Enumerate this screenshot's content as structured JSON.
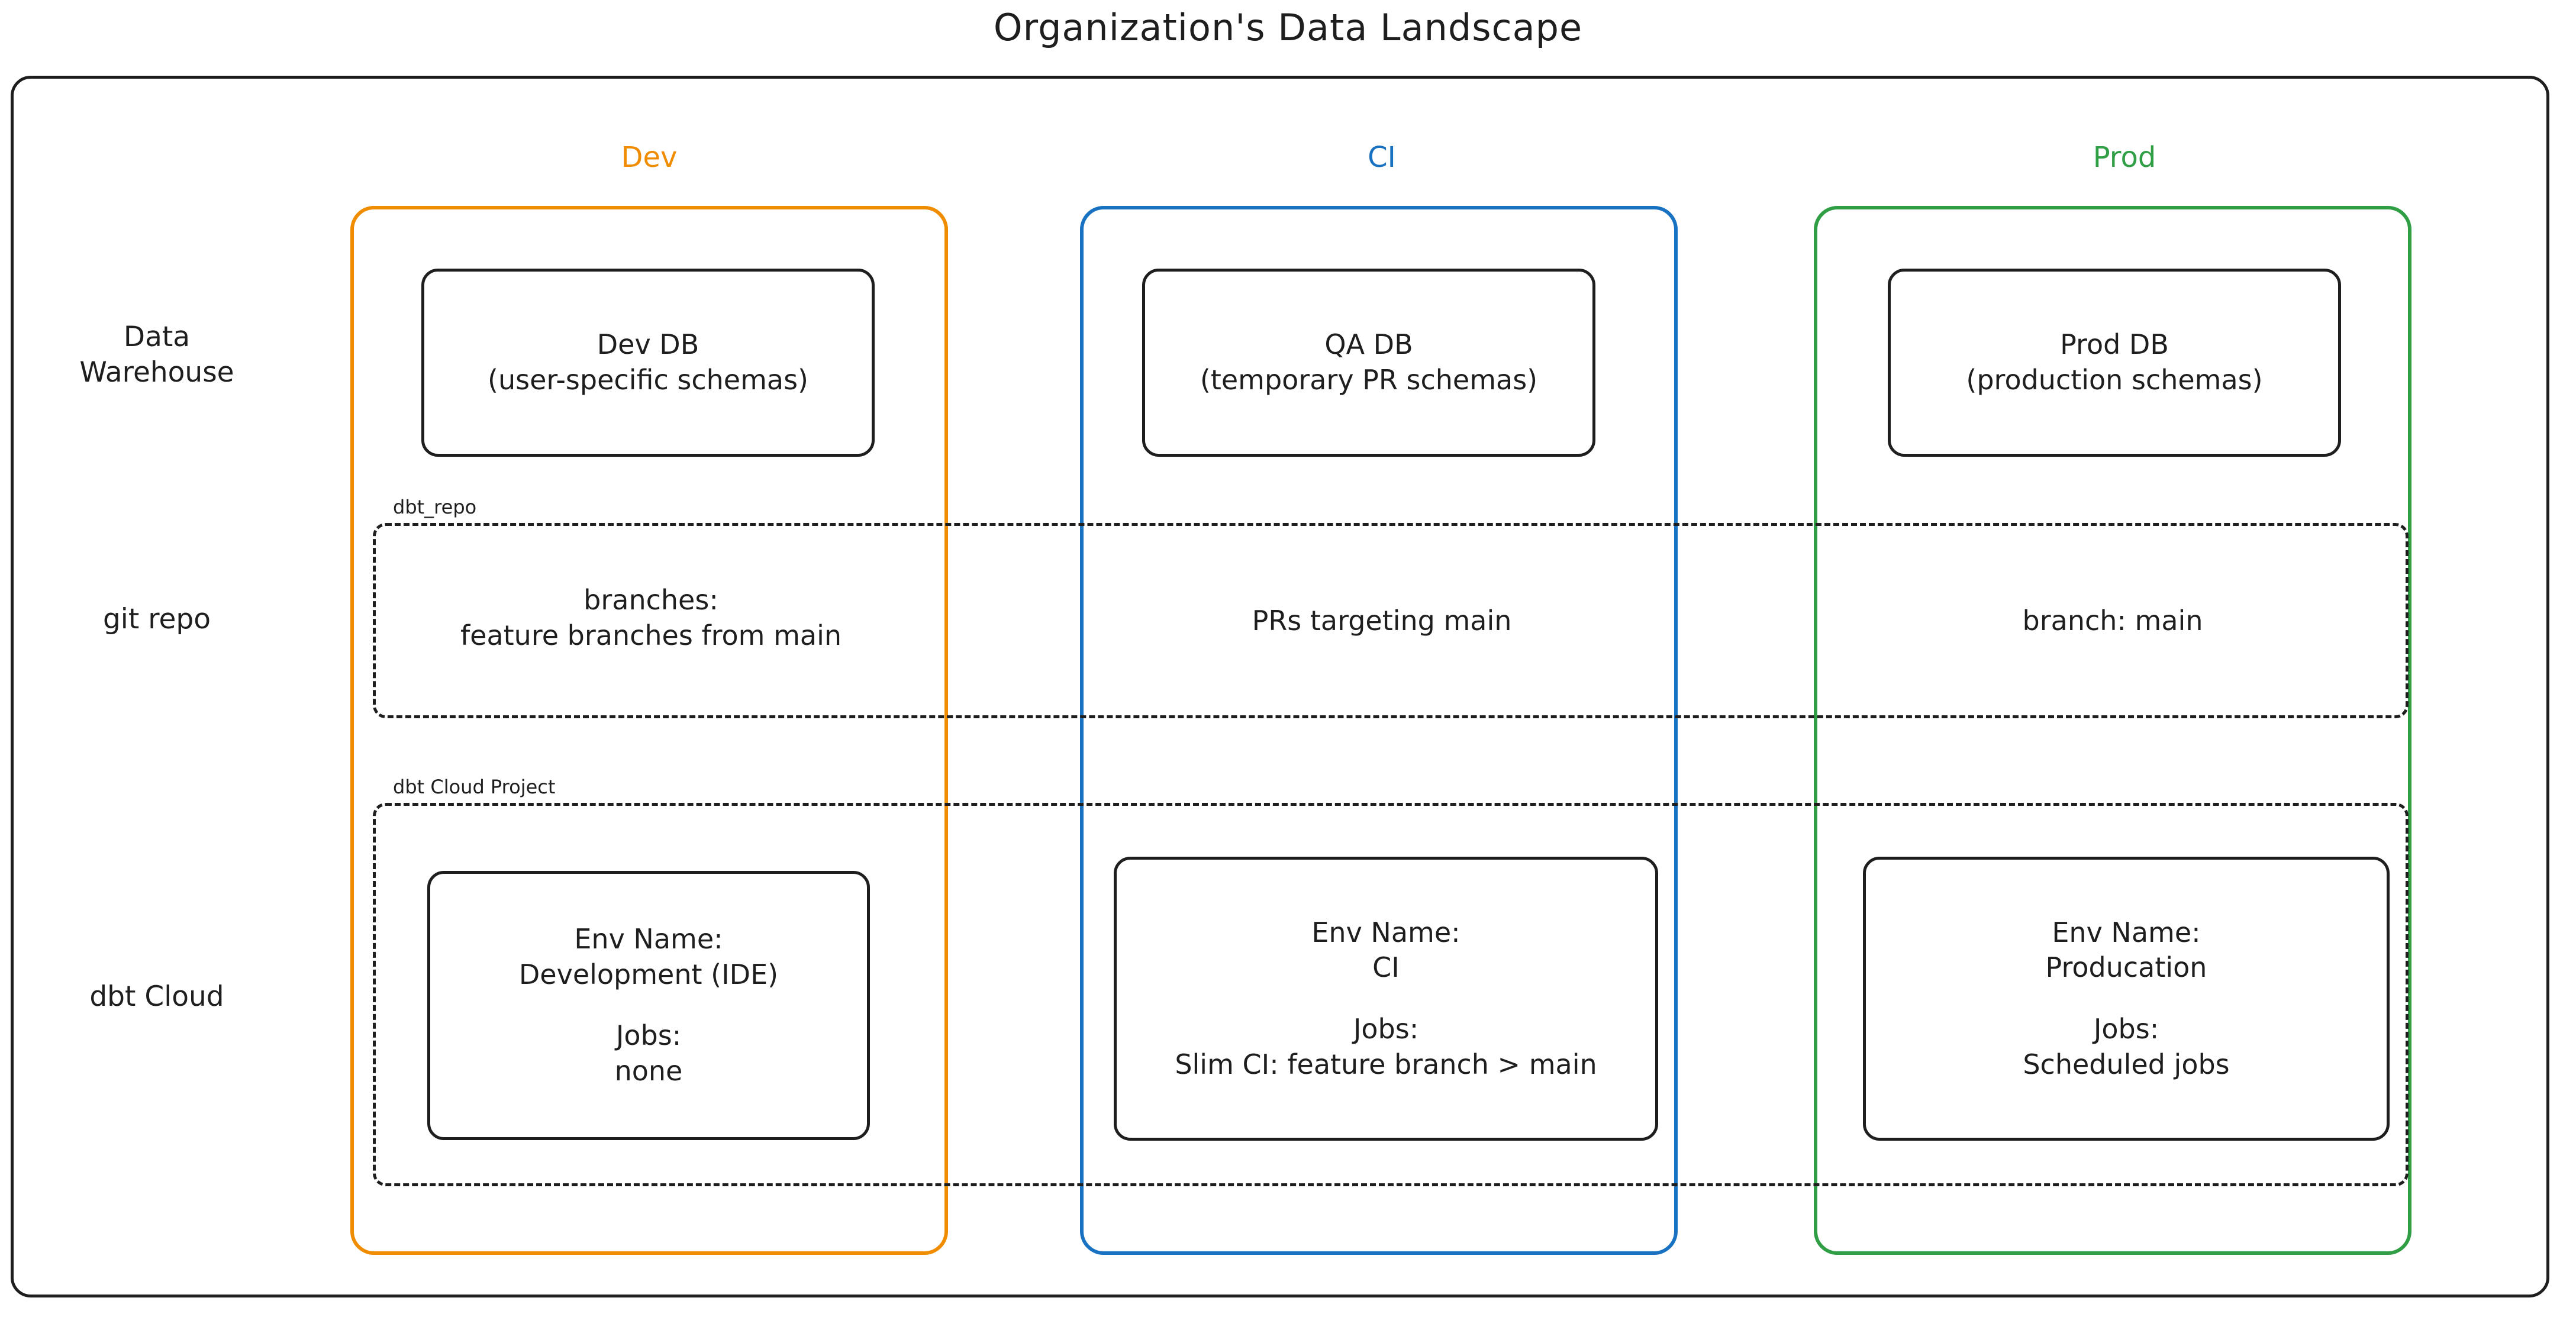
{
  "diagram": {
    "title": "Organization's Data Landscape",
    "colors": {
      "dev": "#f08c00",
      "ci": "#1971c2",
      "prod": "#2f9e44",
      "stroke": "#1e1e1e",
      "background": "#ffffff"
    },
    "columns": [
      {
        "key": "dev",
        "label": "Dev"
      },
      {
        "key": "ci",
        "label": "CI"
      },
      {
        "key": "prod",
        "label": "Prod"
      }
    ],
    "rows": [
      {
        "key": "warehouse",
        "label_line1": "Data",
        "label_line2": "Warehouse"
      },
      {
        "key": "git",
        "label_line1": "git repo",
        "label_line2": ""
      },
      {
        "key": "dbtcloud",
        "label_line1": "dbt Cloud",
        "label_line2": ""
      }
    ],
    "bands": [
      {
        "key": "git_repo",
        "title": "dbt_repo"
      },
      {
        "key": "dbt_cloud_project",
        "title": "dbt Cloud Project"
      }
    ],
    "cells": {
      "warehouse": {
        "dev": {
          "line1": "Dev DB",
          "line2": "(user-specific schemas)"
        },
        "ci": {
          "line1": "QA DB",
          "line2": "(temporary PR schemas)"
        },
        "prod": {
          "line1": "Prod DB",
          "line2": "(production schemas)"
        }
      },
      "git": {
        "dev": {
          "line1": "branches:",
          "line2": "feature branches from main"
        },
        "ci": {
          "line1": "PRs targeting main",
          "line2": ""
        },
        "prod": {
          "line1": "branch: main",
          "line2": ""
        }
      },
      "dbtcloud": {
        "dev": {
          "env_label": "Env Name:",
          "env_value": "Development (IDE)",
          "jobs_label": "Jobs:",
          "jobs_value": "none"
        },
        "ci": {
          "env_label": "Env Name:",
          "env_value": "CI",
          "jobs_label": "Jobs:",
          "jobs_value": "Slim CI: feature branch > main"
        },
        "prod": {
          "env_label": "Env Name:",
          "env_value": "Producation",
          "jobs_label": "Jobs:",
          "jobs_value": "Scheduled jobs"
        }
      }
    }
  }
}
